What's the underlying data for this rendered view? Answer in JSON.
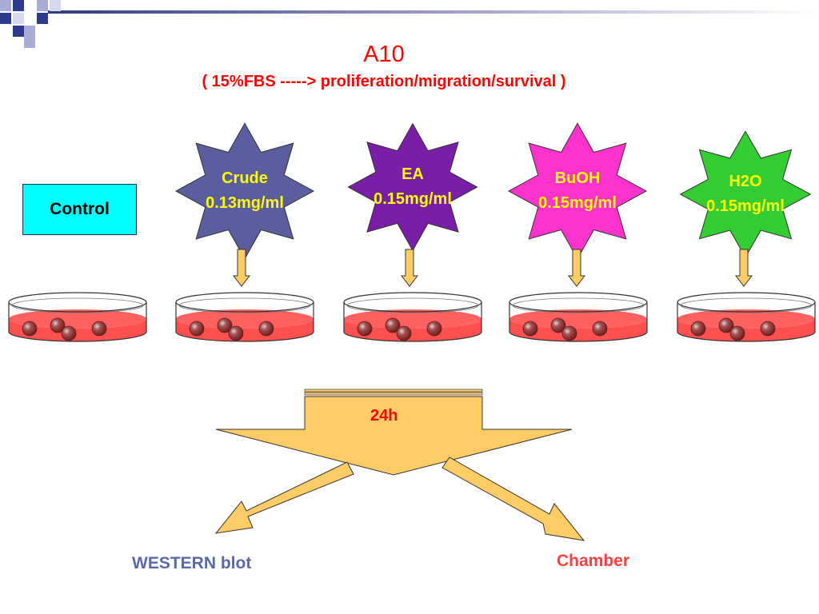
{
  "title": "A10",
  "subtitle": "( 15%FBS -----> proliferation/migration/survival )",
  "control": {
    "label": "Control"
  },
  "treatments": [
    {
      "name": "Crude",
      "dose": "0.13mg/ml",
      "fill": "#5b5e9e",
      "text_color": "#ffff00"
    },
    {
      "name": "EA",
      "dose": "0.15mg/ml",
      "fill": "#7a1ea8",
      "text_color": "#ffff00"
    },
    {
      "name": "BuOH",
      "dose": "0.15mg/ml",
      "fill": "#ff33cc",
      "text_color": "#ffff00"
    },
    {
      "name": "H2O",
      "dose": "0.15mg/ml",
      "fill": "#33cc33",
      "text_color": "#ffff00"
    }
  ],
  "incubation": {
    "label": "24h"
  },
  "outputs": {
    "western": "WESTERN blot",
    "chamber": "Chamber"
  },
  "colors": {
    "title": "#ff0000",
    "arrow_fill": "#ffcc66",
    "medium": "#ff5050",
    "cell": "#b03030",
    "corner_navy": "#2e3a8c",
    "corner_lavender": "#a9acd6"
  }
}
